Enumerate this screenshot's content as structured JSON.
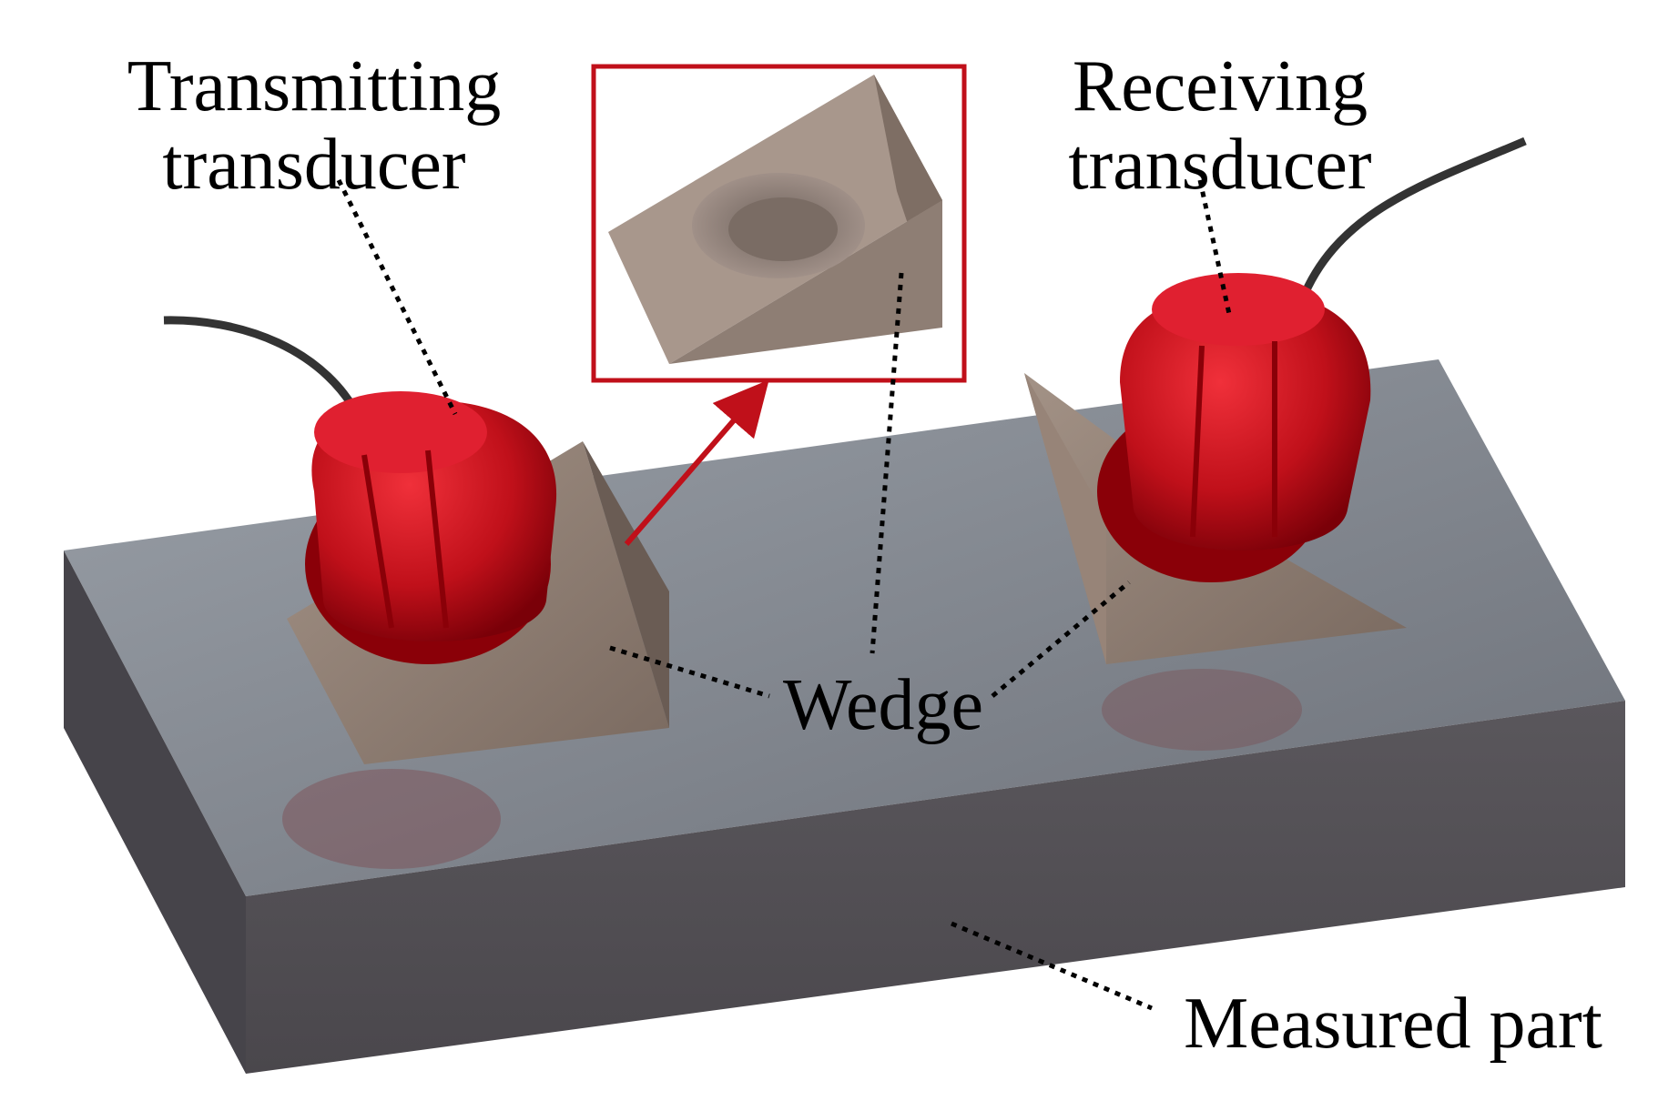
{
  "labels": {
    "transmitting_line1": "Transmitting",
    "transmitting_line2": "transducer",
    "receiving_line1": "Receiving",
    "receiving_line2": "transducer",
    "wedge": "Wedge",
    "measured_part": "Measured part"
  },
  "colors": {
    "transducer_red": "#c8141a",
    "wedge_brown": "#8a7a70",
    "part_gray": "#5a5a60",
    "inset_border": "#c0101a",
    "arrow": "#c0101a"
  }
}
